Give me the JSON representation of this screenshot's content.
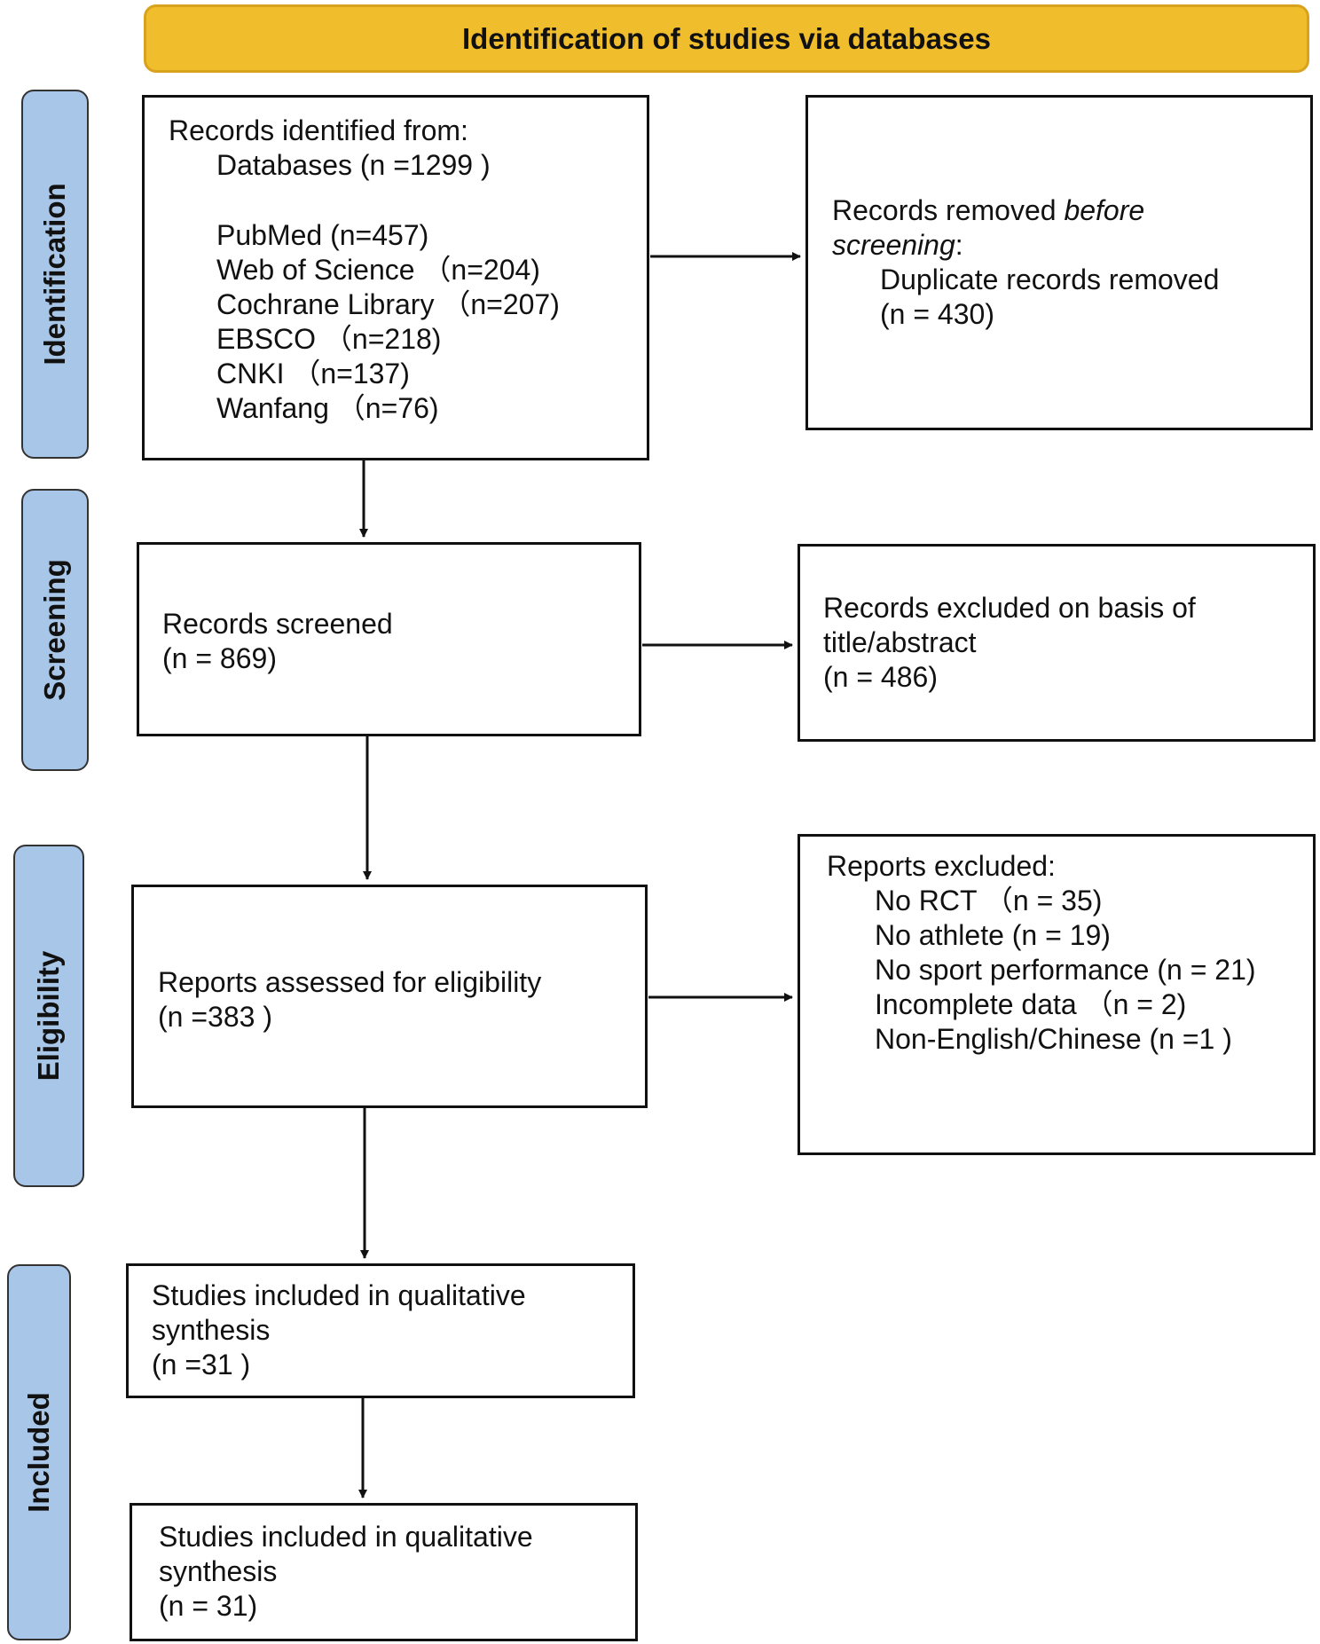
{
  "header": {
    "title": "Identification of studies via databases"
  },
  "stages": {
    "identification": "Identification",
    "screening": "Screening",
    "eligibility": "Eligibility",
    "included": "Included"
  },
  "identified": {
    "heading": "Records identified from:",
    "databases": "Databases (n =1299 )",
    "sources": [
      "PubMed (n=457)",
      "Web of Science （n=204)",
      "Cochrane Library （n=207)",
      "EBSCO （n=218)",
      "CNKI （n=137)",
      "Wanfang （n=76)"
    ]
  },
  "removed": {
    "line1_prefix": "Records removed ",
    "line1_italic": "before",
    "line2_italic": "screening",
    "line2_suffix": ":",
    "detail": "Duplicate records removed",
    "count": "(n = 430)"
  },
  "screened": {
    "label": "Records screened",
    "count": "(n = 869)"
  },
  "excluded_title": {
    "line1": "Records excluded on basis of",
    "line2": "title/abstract",
    "count": "(n = 486)"
  },
  "assessed": {
    "label": "Reports assessed for eligibility",
    "count": "(n =383 )"
  },
  "reports_excluded": {
    "heading": "Reports excluded:",
    "items": [
      "No RCT （n = 35)",
      "No athlete (n = 19)",
      "No sport performance (n = 21)",
      "Incomplete data （n = 2)",
      "Non-English/Chinese (n =1 )"
    ]
  },
  "included_qualitative": {
    "line1": "Studies included in qualitative",
    "line2": "synthesis",
    "count": "(n =31 )"
  },
  "included_final": {
    "line1": "Studies included in qualitative",
    "line2": "synthesis",
    "count": "(n = 31)"
  }
}
